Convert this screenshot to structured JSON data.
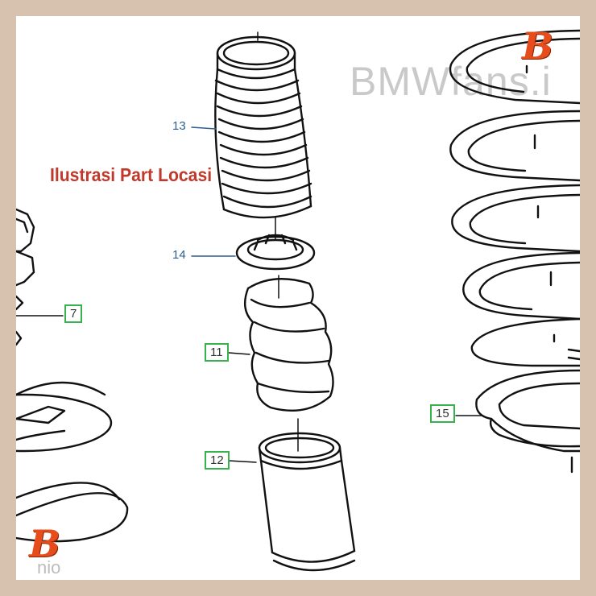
{
  "watermark": "BMWfans.i",
  "title": "Ilustrasi Part Locasi",
  "callouts": {
    "c13": "13",
    "c14": "14",
    "c7": "7",
    "c11": "11",
    "c12": "12",
    "c15": "15"
  },
  "stamp_letter": "B",
  "corner_text": "nio",
  "colors": {
    "frame": "#d6c2ae",
    "title": "#c0392b",
    "callout_box": "#37b24d",
    "callout_text": "#2e5f8f",
    "stamp": "#e74c1c"
  }
}
